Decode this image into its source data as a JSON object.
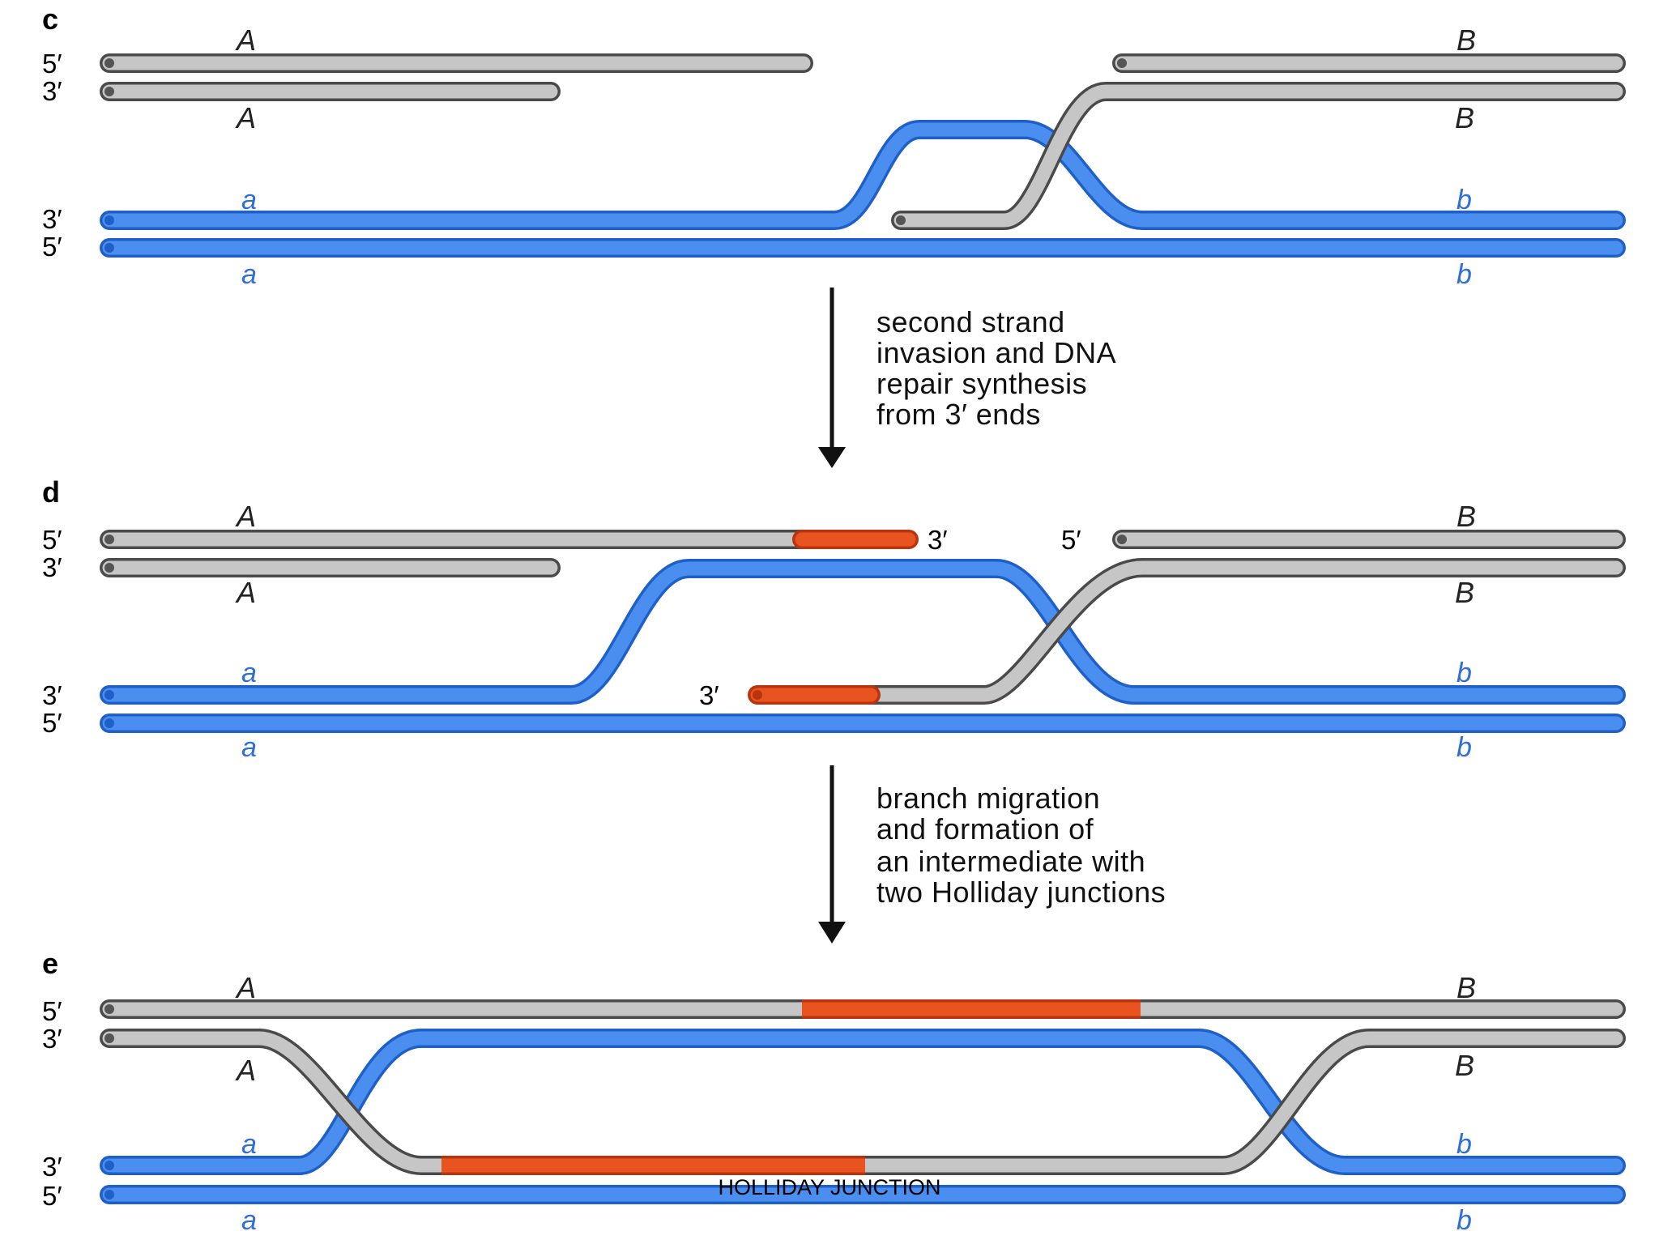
{
  "colors": {
    "gray_strand": "#c6c6c6",
    "gray_outline": "#4a4a4a",
    "blue_strand": "#4a8ff0",
    "blue_outline": "#1f5fc8",
    "new_dna": "#e8531f",
    "arrow": "#111111"
  },
  "panels": {
    "c": {
      "letter": "c",
      "left_labels": {
        "top5": "5′",
        "top3": "3′",
        "bot3": "3′",
        "bot5": "5′"
      },
      "genes": {
        "A_top": "A",
        "A_bottom": "A",
        "B_top": "B",
        "B_bottom": "B",
        "a_top": "a",
        "a_bottom": "a",
        "b_top": "b",
        "b_bottom": "b"
      }
    },
    "d": {
      "letter": "d",
      "left_labels": {
        "top5": "5′",
        "top3": "3′",
        "bot3": "3′",
        "bot5": "5′"
      },
      "inner_labels": {
        "top_left_end": "3′",
        "top_right_end": "5′",
        "middle_end": "3′"
      },
      "genes": {
        "A_top": "A",
        "A_bottom": "A",
        "B_top": "B",
        "B_bottom": "B",
        "a_top": "a",
        "a_bottom": "a",
        "b_top": "b",
        "b_bottom": "b"
      }
    },
    "e": {
      "letter": "e",
      "left_labels": {
        "top5": "5′",
        "top3": "3′",
        "bot3": "3′",
        "bot5": "5′"
      },
      "genes": {
        "A_top": "A",
        "A_bottom": "A",
        "B_top": "B",
        "B_bottom": "B",
        "a_top": "a",
        "a_bottom": "a",
        "b_top": "b",
        "b_bottom": "b"
      }
    }
  },
  "steps": {
    "step1": [
      "second strand",
      "invasion and DNA",
      "repair synthesis",
      "from 3′ ends"
    ],
    "step2": [
      "branch migration",
      "and formation of",
      "an intermediate with",
      "two Holliday junctions"
    ]
  },
  "caption": "HOLLIDAY JUNCTION"
}
